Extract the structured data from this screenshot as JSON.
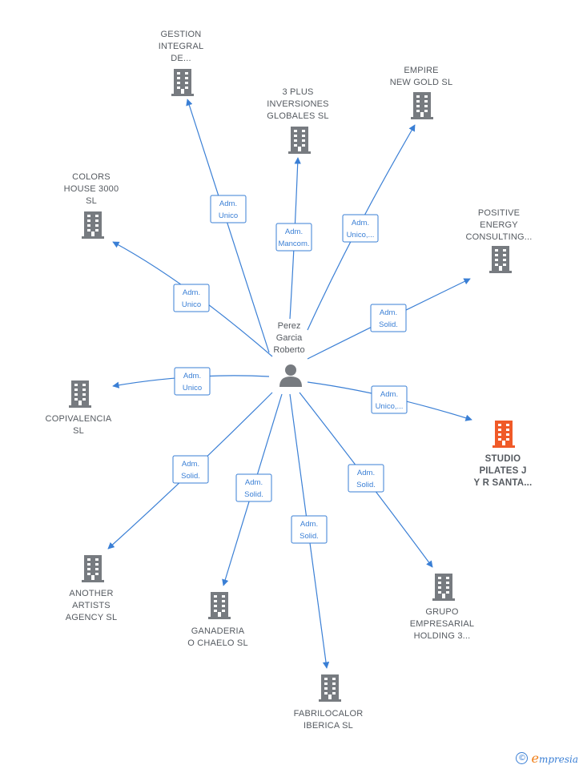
{
  "center": {
    "name_lines": [
      "Perez",
      "Garcia",
      "Roberto"
    ],
    "icon": "person-icon"
  },
  "colors": {
    "edge": "#3a7fd5",
    "building": "#777b80",
    "building_highlight": "#f05a28",
    "text": "#555a60"
  },
  "nodes": [
    {
      "id": "gestion",
      "name_lines": [
        "GESTION",
        "INTEGRAL",
        "DE..."
      ],
      "role_lines": [
        "Adm.",
        "Unico"
      ],
      "icon": "building-icon",
      "highlight": false
    },
    {
      "id": "3plus",
      "name_lines": [
        "3 PLUS",
        "INVERSIONES",
        "GLOBALES SL"
      ],
      "role_lines": [
        "Adm.",
        "Mancom."
      ],
      "icon": "building-icon",
      "highlight": false
    },
    {
      "id": "empire",
      "name_lines": [
        "EMPIRE",
        "NEW GOLD SL"
      ],
      "role_lines": [
        "Adm.",
        "Unico,..."
      ],
      "icon": "building-icon",
      "highlight": false
    },
    {
      "id": "colors",
      "name_lines": [
        "COLORS",
        "HOUSE 3000",
        "SL"
      ],
      "role_lines": [
        "Adm.",
        "Unico"
      ],
      "icon": "building-icon",
      "highlight": false
    },
    {
      "id": "positive",
      "name_lines": [
        "POSITIVE",
        "ENERGY",
        "CONSULTING..."
      ],
      "role_lines": [
        "Adm.",
        "Solid."
      ],
      "icon": "building-icon",
      "highlight": false
    },
    {
      "id": "copivalencia",
      "name_lines": [
        "COPIVALENCIA",
        "SL"
      ],
      "role_lines": [
        "Adm.",
        "Unico"
      ],
      "icon": "building-icon",
      "highlight": false
    },
    {
      "id": "studio",
      "name_lines": [
        "STUDIO",
        "PILATES J",
        "Y R SANTA..."
      ],
      "role_lines": [
        "Adm.",
        "Unico,..."
      ],
      "icon": "building-icon",
      "highlight": true
    },
    {
      "id": "another",
      "name_lines": [
        "ANOTHER",
        "ARTISTS",
        "AGENCY  SL"
      ],
      "role_lines": [
        "Adm.",
        "Solid."
      ],
      "icon": "building-icon",
      "highlight": false
    },
    {
      "id": "ganaderia",
      "name_lines": [
        "GANADERIA",
        "O CHAELO  SL"
      ],
      "role_lines": [
        "Adm.",
        "Solid."
      ],
      "icon": "building-icon",
      "highlight": false
    },
    {
      "id": "fabrilocalor",
      "name_lines": [
        "FABRILOCALOR",
        "IBERICA SL"
      ],
      "role_lines": [
        "Adm.",
        "Solid."
      ],
      "icon": "building-icon",
      "highlight": false
    },
    {
      "id": "grupo",
      "name_lines": [
        "GRUPO",
        "EMPRESARIAL",
        "HOLDING 3..."
      ],
      "role_lines": [
        "Adm.",
        "Solid."
      ],
      "icon": "building-icon",
      "highlight": false
    }
  ],
  "footer": {
    "copyright_symbol": "©",
    "brand_initial": "e",
    "brand_rest": "mpresia"
  }
}
